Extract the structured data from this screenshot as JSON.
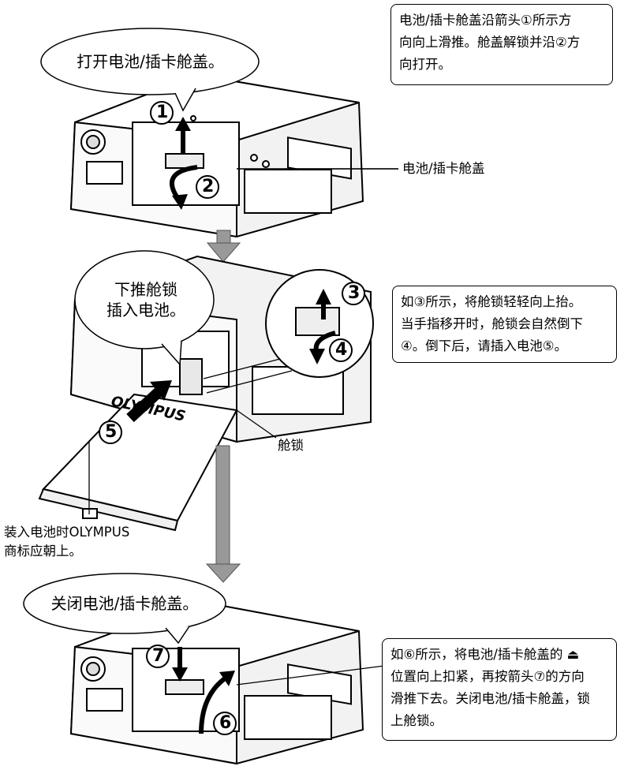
{
  "steps": {
    "open": {
      "bubble": "打开电池/插卡舱盖。",
      "instruction": [
        "电池/插卡舱盖沿箭头①所示方",
        "向向上滑推。舱盖解锁并沿②方",
        "向打开。"
      ],
      "callout_cover": "电池/插卡舱盖",
      "markers": [
        "1",
        "2"
      ]
    },
    "insert": {
      "bubble": [
        "下推舱锁",
        "插入电池。"
      ],
      "instruction": [
        "如③所示，将舱锁轻轻向上抬。",
        "当手指移开时，舱锁会自然倒下",
        "④。倒下后，请插入电池⑤。"
      ],
      "callout_lock": "舱锁",
      "callout_logo": [
        "装入电池时OLYMPUS",
        "商标应朝上。"
      ],
      "battery_brand": "OLYMPUS",
      "markers": [
        "3",
        "4",
        "5"
      ]
    },
    "close": {
      "bubble": "关闭电池/插卡舱盖。",
      "instruction": [
        "如⑥所示，将电池/插卡舱盖的 ⏏",
        "位置向上扣紧，再按箭头⑦的方向",
        "滑推下去。关闭电池/插卡舱盖，锁",
        "上舱锁。"
      ],
      "markers": [
        "6",
        "7"
      ]
    }
  }
}
